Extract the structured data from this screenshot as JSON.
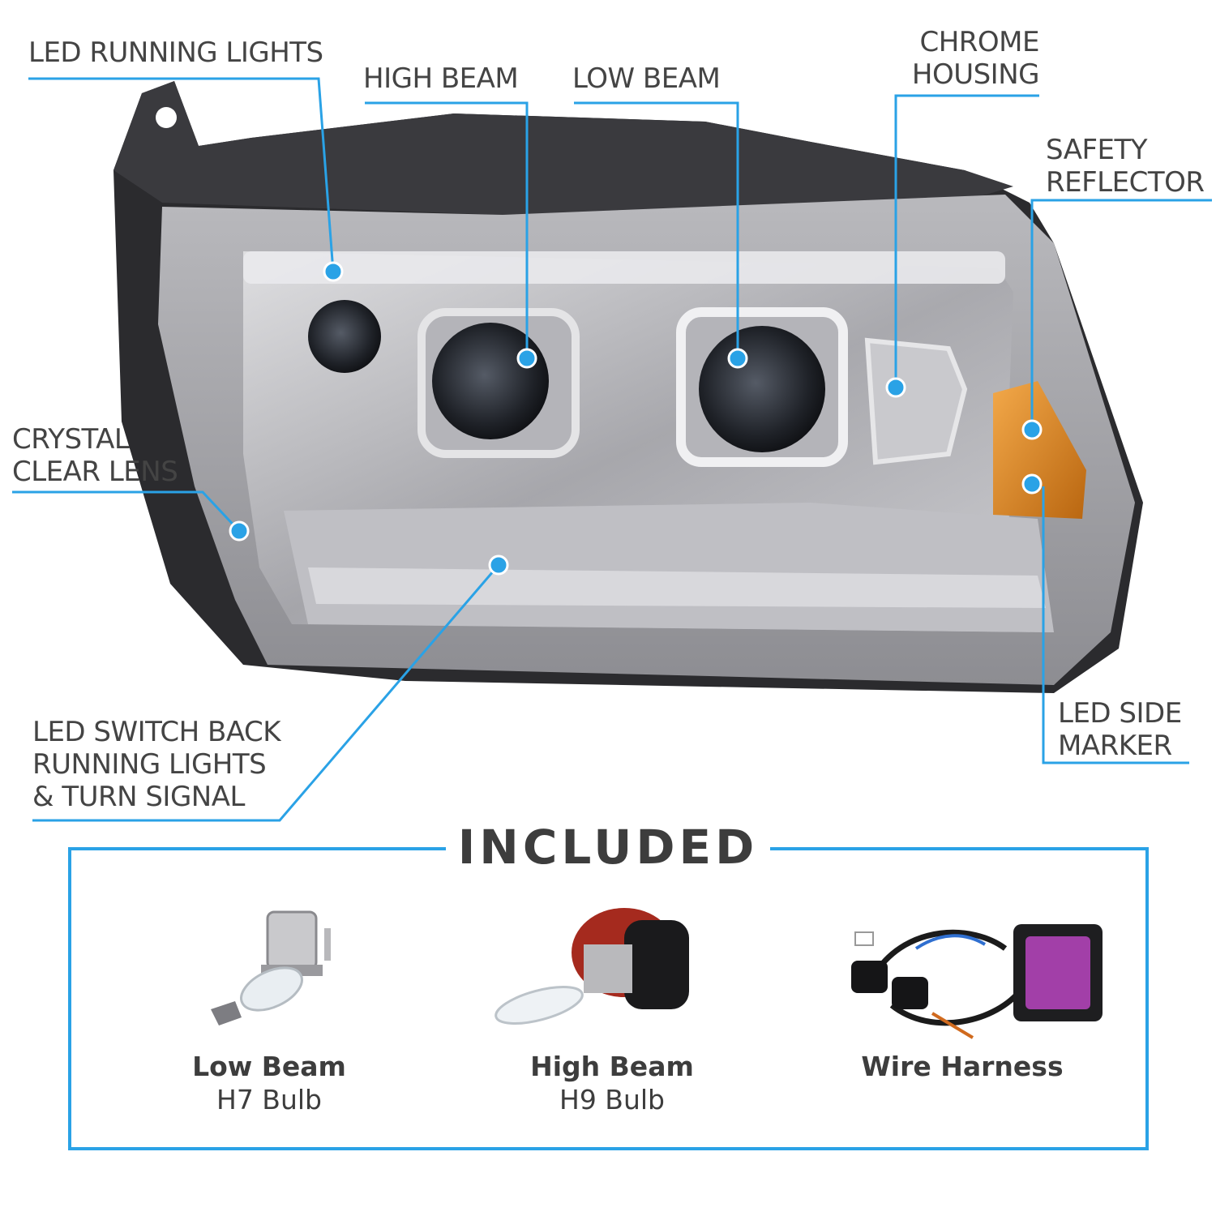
{
  "colors": {
    "accent": "#2aa2e6",
    "text": "#444444",
    "chrome": "#c8c8cc",
    "amber": "#e08a1e"
  },
  "callouts": [
    {
      "id": "led-running-lights",
      "label": "LED RUNNING LIGHTS"
    },
    {
      "id": "high-beam",
      "label": "HIGH BEAM"
    },
    {
      "id": "low-beam",
      "label": "LOW BEAM"
    },
    {
      "id": "chrome-housing",
      "label": "CHROME\nHOUSING"
    },
    {
      "id": "safety-reflector",
      "label": "SAFETY\nREFLECTOR"
    },
    {
      "id": "crystal-clear-lens",
      "label": "CRYSTAL\nCLEAR LENS"
    },
    {
      "id": "led-side-marker",
      "label": "LED SIDE\nMARKER"
    },
    {
      "id": "led-switch-back",
      "label": "LED SWITCH BACK\nRUNNING LIGHTS\n& TURN SIGNAL"
    }
  ],
  "included": {
    "heading": "INCLUDED",
    "items": [
      {
        "name": "Low Beam",
        "detail": "H7 Bulb",
        "icon": "h7-bulb-icon"
      },
      {
        "name": "High Beam",
        "detail": "H9 Bulb",
        "icon": "h9-bulb-icon"
      },
      {
        "name": "Wire Harness",
        "detail": "",
        "icon": "wire-harness-icon"
      }
    ]
  }
}
